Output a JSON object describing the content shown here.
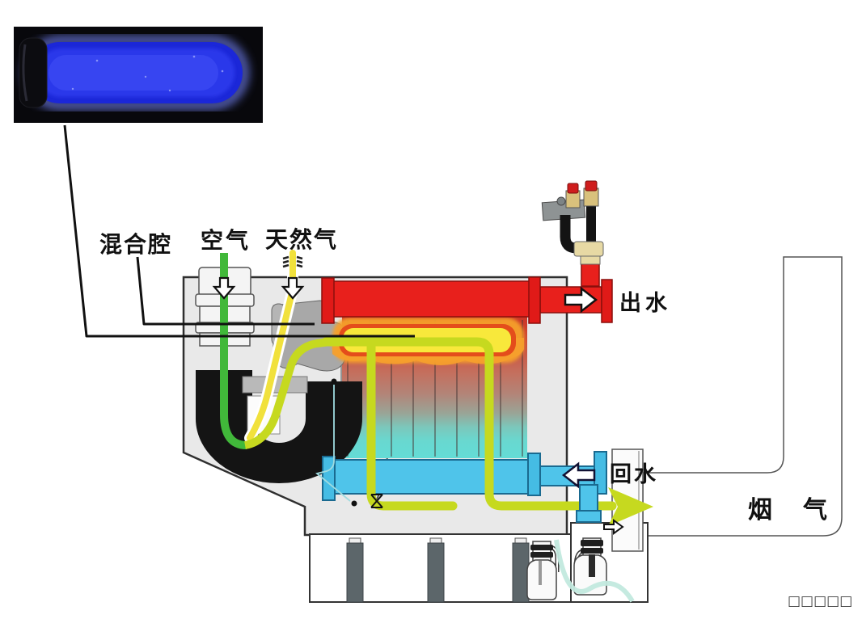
{
  "labels": {
    "mixing_chamber": "混合腔",
    "air": "空气",
    "natural_gas": "天然气",
    "water_outlet": "出水",
    "water_return": "回水",
    "flue_gas": "烟　气",
    "watermark": "□□□□□"
  },
  "icons": {
    "air_flow": "down-arrow",
    "gas_flow": "down-arrow",
    "outlet_flow": "right-arrow",
    "return_flow": "left-arrow",
    "flue_duct_flow": "right-arrow-small",
    "flue_exit_flow": "right-arrowhead-large"
  },
  "palette": {
    "flame_photo_blue": "#1b27d8",
    "air_pipe_green": "#41b83a",
    "gas_pipe_yellow": "#f1e13c",
    "flue_pipe_yellow_green": "#c6d91f",
    "hot_water_red": "#e8201c",
    "return_water_blue": "#4fc4ea",
    "burner_yellow": "#f8e83b",
    "burner_glow_orange": "#f6a02c",
    "heat_exchanger_hot": "#cc3526",
    "heat_exchanger_cold": "#64dcd6",
    "cabinet_gray": "#e9e9e9",
    "condensate_cyan": "#bfe8dd"
  }
}
